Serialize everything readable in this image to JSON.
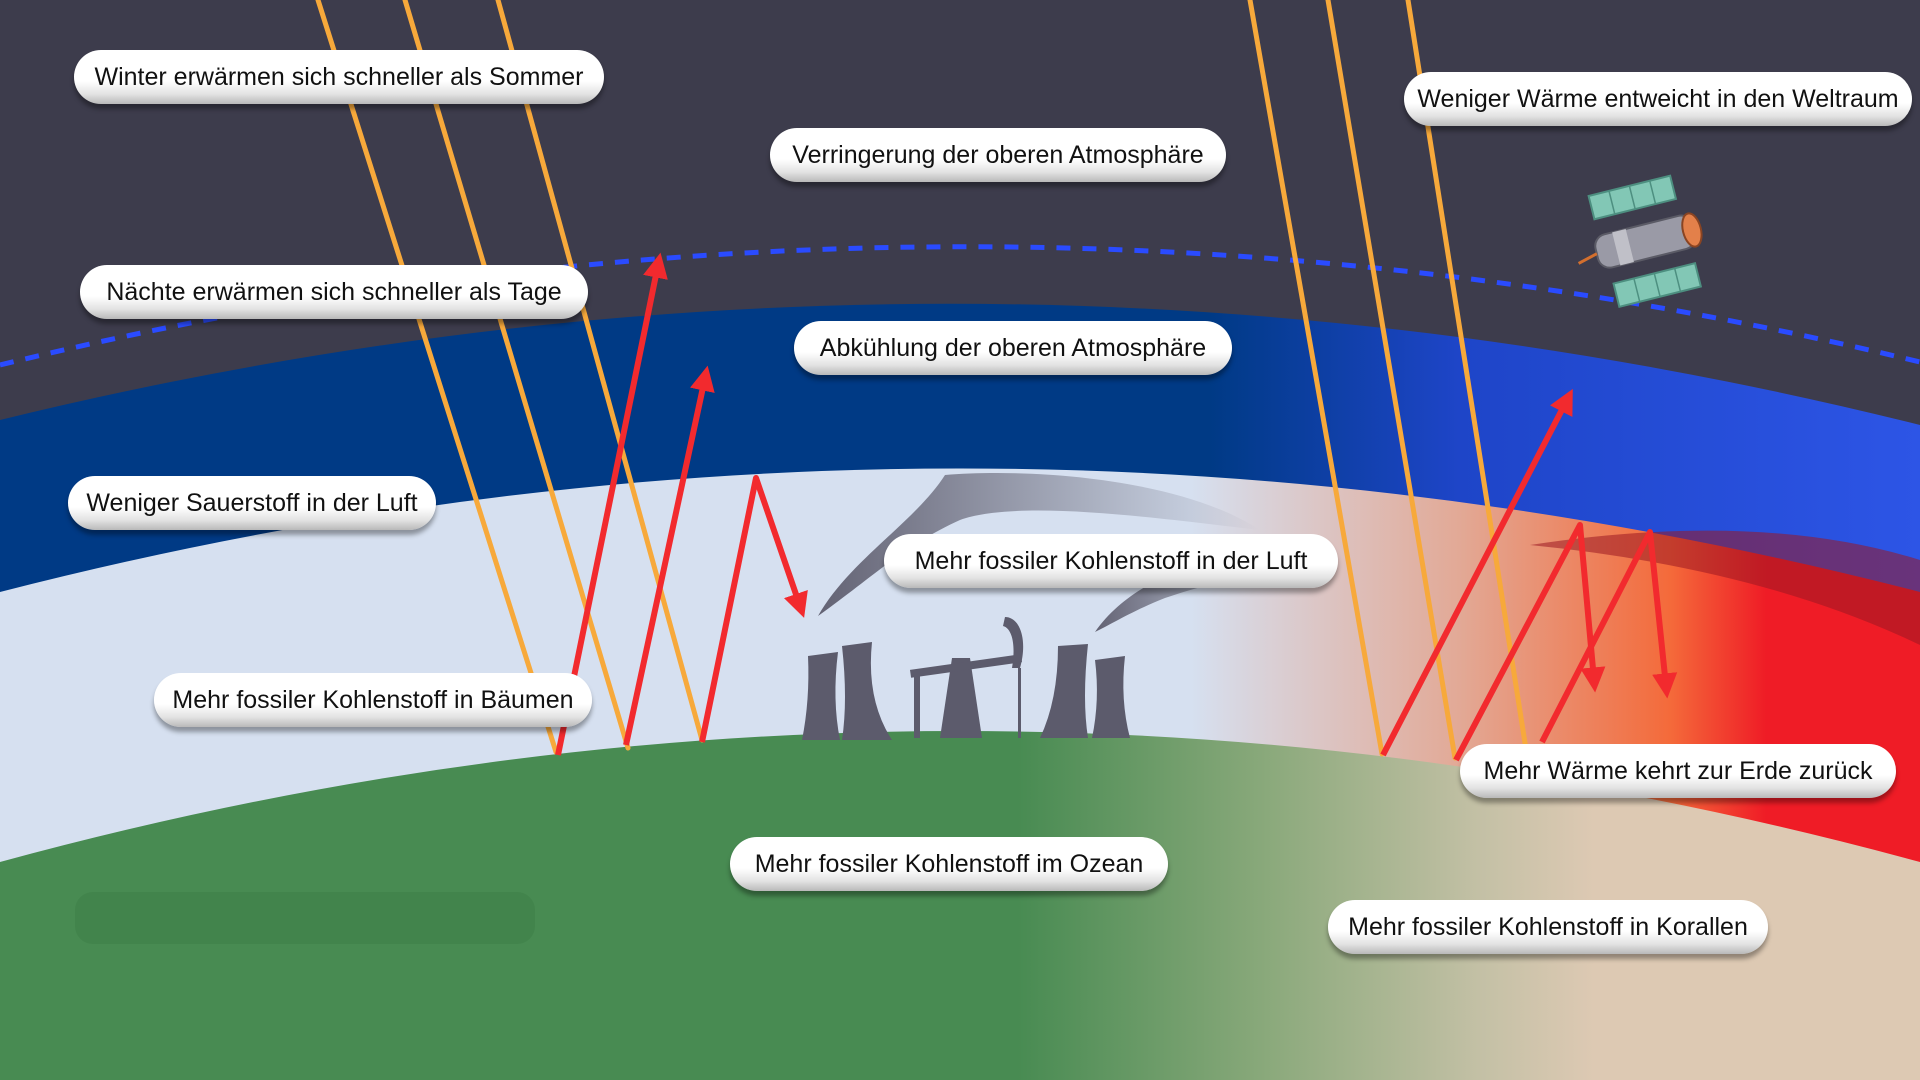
{
  "labels": {
    "winter": "Winter erwärmen sich schneller als Sommer",
    "naechte": "Nächte erwärmen sich schneller als Tage",
    "sauerstoff": "Weniger Sauerstoff in der Luft",
    "baeume": "Mehr fossiler Kohlenstoff in Bäumen",
    "verringerung": "Verringerung der oberen Atmosphäre",
    "abkuehlung": "Abkühlung der oberen Atmosphäre",
    "luft": "Mehr fossiler Kohlenstoff in der Luft",
    "ozean": "Mehr fossiler Kohlenstoff im Ozean",
    "weltraum": "Weniger Wärme entweicht in den Weltraum",
    "erde": "Mehr Wärme kehrt zur Erde zurück",
    "korallen": "Mehr fossiler Kohlenstoff in Korallen"
  },
  "colors": {
    "space": "#3d3c4c",
    "upper_atmosphere_blue": "#003a85",
    "upper_atmosphere_bright": "#2d55e6",
    "lower_atmosphere": "#d6e0f0",
    "ground_green": "#488b52",
    "ground_sand": "#ddc9b3",
    "heat_red": "#ef1c26",
    "sun_ray": "#f7a93b",
    "arrow_red": "#f22a2e",
    "boundary_dashed": "#2a4bff",
    "industry": "#5c5b6c"
  }
}
